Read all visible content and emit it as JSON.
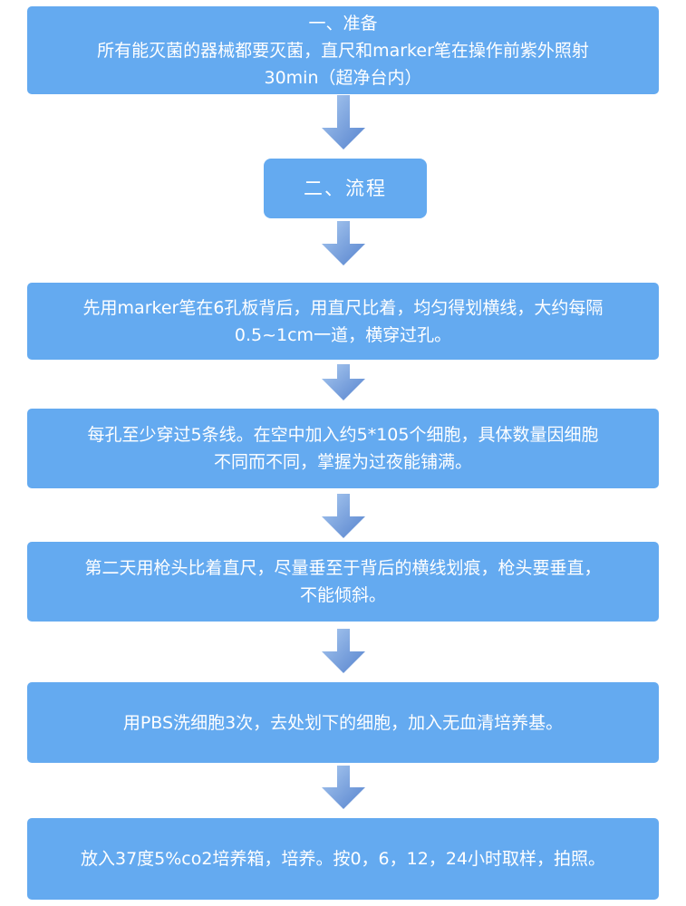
{
  "colors": {
    "box_fill": "#64aaf0",
    "text": "#ffffff",
    "arrow_gradient_start": "#a9c9f0",
    "arrow_gradient_end": "#5683ce"
  },
  "flowchart": {
    "steps": [
      {
        "title": "一、准备",
        "body": "所有能灭菌的器械都要灭菌，直尺和marker笔在操作前紫外照射\n30min（超净台内）"
      },
      {
        "title": "二、流程"
      },
      {
        "body": "先用marker笔在6孔板背后，用直尺比着，均匀得划横线，大约每隔\n0.5~1cm一道，横穿过孔。"
      },
      {
        "body": "每孔至少穿过5条线。在空中加入约5*105个细胞，具体数量因细胞\n不同而不同，掌握为过夜能铺满。"
      },
      {
        "body": "第二天用枪头比着直尺，尽量垂至于背后的横线划痕，枪头要垂直，\n不能倾斜。"
      },
      {
        "body": "用PBS洗细胞3次，去处划下的细胞，加入无血清培养基。"
      },
      {
        "body": "放入37度5%co2培养箱，培养。按0，6，12，24小时取样，拍照。"
      }
    ]
  }
}
